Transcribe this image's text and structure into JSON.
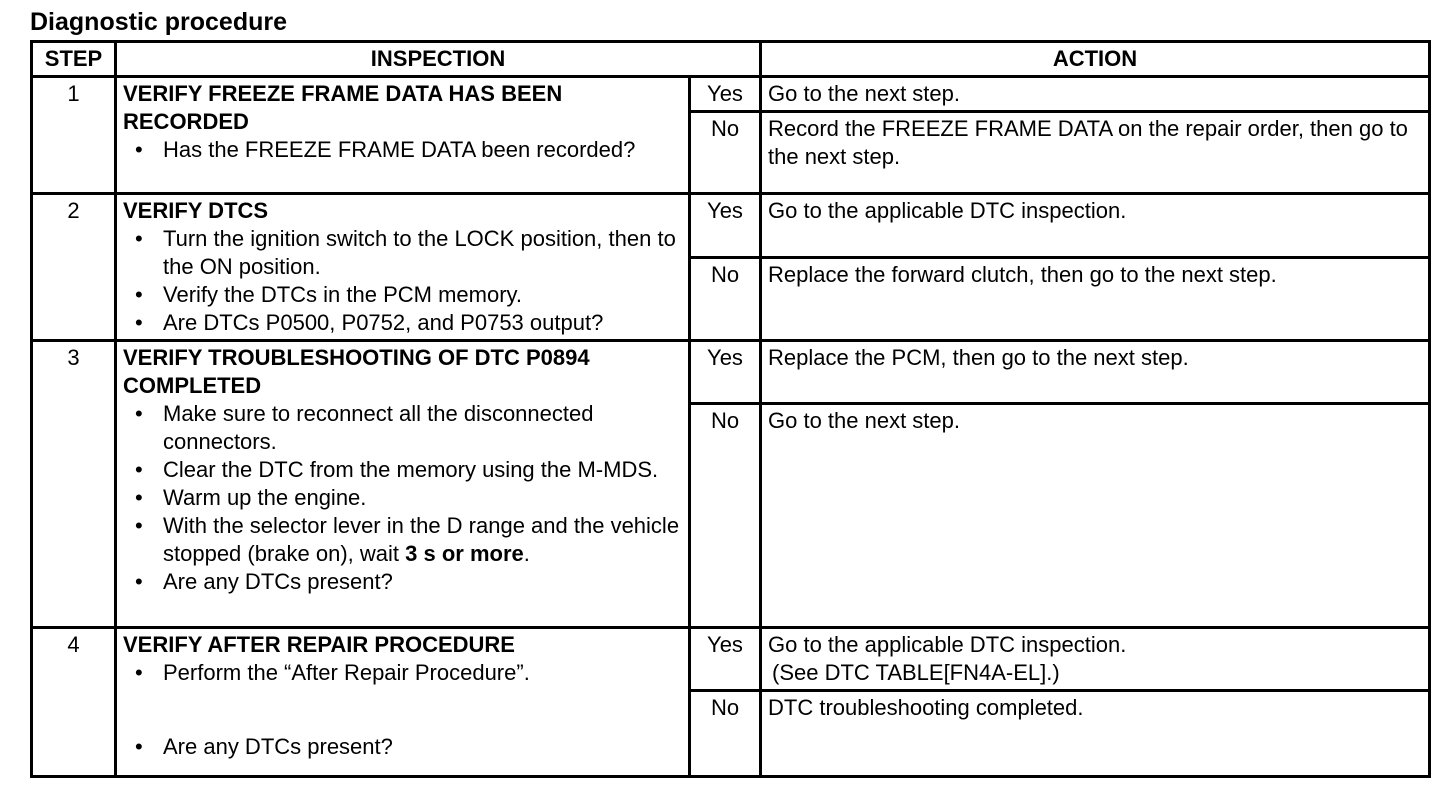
{
  "title": "Diagnostic procedure",
  "headers": {
    "step": "STEP",
    "inspection": "INSPECTION",
    "action": "ACTION"
  },
  "steps": [
    {
      "number": "1",
      "heading": "VERIFY FREEZE FRAME DATA HAS BEEN RECORDED",
      "items": [
        "Has the FREEZE FRAME DATA been recorded?"
      ],
      "yes_label": "Yes",
      "yes_action": "Go to the next step.",
      "no_label": "No",
      "no_action": "Record the FREEZE FRAME DATA on the repair order, then go to the next step."
    },
    {
      "number": "2",
      "heading": "VERIFY DTCS",
      "items": [
        "Turn the ignition switch to the LOCK position, then to the ON position.",
        "Verify the DTCs in the PCM memory.",
        "Are DTCs P0500, P0752, and P0753 output?"
      ],
      "yes_label": "Yes",
      "yes_action": "Go to the applicable DTC inspection.",
      "no_label": "No",
      "no_action": "Replace the forward clutch, then go to the next step."
    },
    {
      "number": "3",
      "heading": "VERIFY TROUBLESHOOTING OF DTC P0894 COMPLETED",
      "items": [
        "Make sure to reconnect all the disconnected connectors.",
        "Clear the DTC from the memory using the M-MDS.",
        "Warm up the engine."
      ],
      "item_wait_prefix": "With the selector lever in the D range and the vehicle stopped (brake on), wait ",
      "item_wait_bold": "3 s or more",
      "item_wait_suffix": ".",
      "item_last": "Are any DTCs present?",
      "yes_label": "Yes",
      "yes_action": "Replace the PCM, then go to the next step.",
      "no_label": "No",
      "no_action": "Go to the next step."
    },
    {
      "number": "4",
      "heading": "VERIFY AFTER REPAIR PROCEDURE",
      "items": [
        "Perform the “After Repair Procedure”.",
        "Are any DTCs present?"
      ],
      "yes_label": "Yes",
      "yes_action_line1": "Go to the applicable DTC inspection.",
      "yes_action_line2": "(See DTC TABLE[FN4A-EL].)",
      "no_label": "No",
      "no_action": "DTC troubleshooting completed."
    }
  ],
  "bullet_char": "•"
}
